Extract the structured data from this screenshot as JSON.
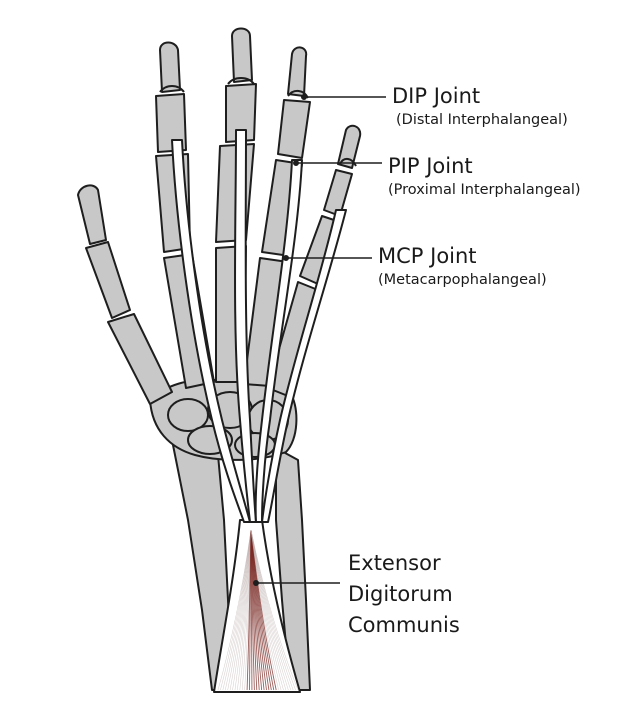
{
  "labels": {
    "dip": {
      "title": "DIP Joint",
      "subtitle": "(Distal Interphalangeal)"
    },
    "pip": {
      "title": "PIP Joint",
      "subtitle": "(Proximal Interphalangeal)"
    },
    "mcp": {
      "title": "MCP Joint",
      "subtitle": "(Metacarpophalangeal)"
    },
    "edc": {
      "line1": "Extensor",
      "line2": "Digitorum",
      "line3": "Communis"
    }
  },
  "colors": {
    "bone_fill": "#c8c8c8",
    "outline": "#1e1e1e",
    "tendon_fill": "#ffffff",
    "muscle_fiber": "#7a2a24"
  }
}
